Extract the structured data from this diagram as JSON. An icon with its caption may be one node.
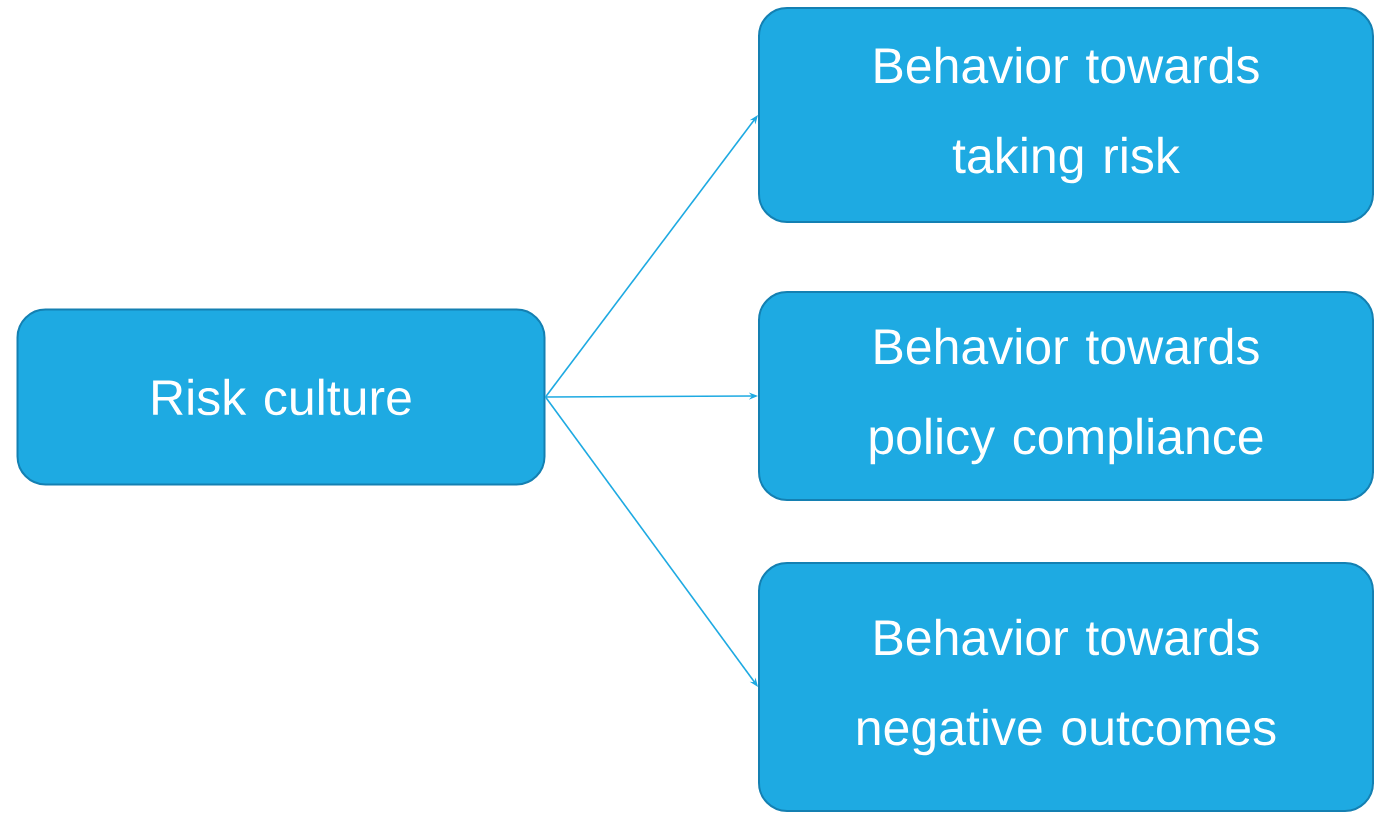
{
  "diagram": {
    "nodes": [
      {
        "text": [
          "Risk culture"
        ]
      },
      {
        "text": [
          "Behavior towards taking risk"
        ]
      },
      {
        "text": [
          "Behavior towards policy compliance"
        ]
      },
      {
        "text": [
          "Behavior towards negative outcomes"
        ]
      }
    ],
    "edges": [
      {
        "from": 0,
        "to": 1,
        "arrow": "to"
      },
      {
        "from": 0,
        "to": 2,
        "arrow": "to"
      },
      {
        "from": 0,
        "to": 3,
        "arrow": "to"
      }
    ]
  }
}
